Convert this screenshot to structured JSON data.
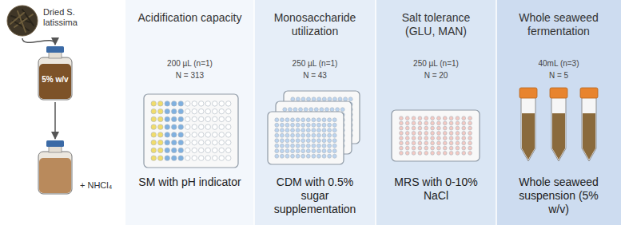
{
  "diagram": {
    "nodes": [
      {
        "text": [
          "Dried S. latissima"
        ]
      },
      {
        "text": [
          "5% w/v"
        ]
      },
      {
        "text": [
          "+ NHCl₄"
        ]
      },
      {
        "text": [
          "Acidification capacity",
          "200 µL (n=1)",
          "N = 313",
          "SM with pH indicator"
        ]
      },
      {
        "text": [
          "Monosaccharide utilization",
          "250 µL (n=1)",
          "N = 43",
          "CDM with 0.5% sugar supplementation"
        ]
      },
      {
        "text": [
          "Salt tolerance (GLU, MAN)",
          "250 µL (n=1)",
          "N = 20",
          "MRS with 0-10% NaCl"
        ]
      },
      {
        "text": [
          "Whole seaweed fermentation",
          "40mL (n=3)",
          "N = 5",
          "Whole seaweed suspension (5% w/v)"
        ]
      }
    ],
    "edges": [
      {
        "from": 0,
        "to": 1,
        "arrow": "to"
      },
      {
        "from": 1,
        "to": 2,
        "arrow": "to"
      }
    ]
  }
}
